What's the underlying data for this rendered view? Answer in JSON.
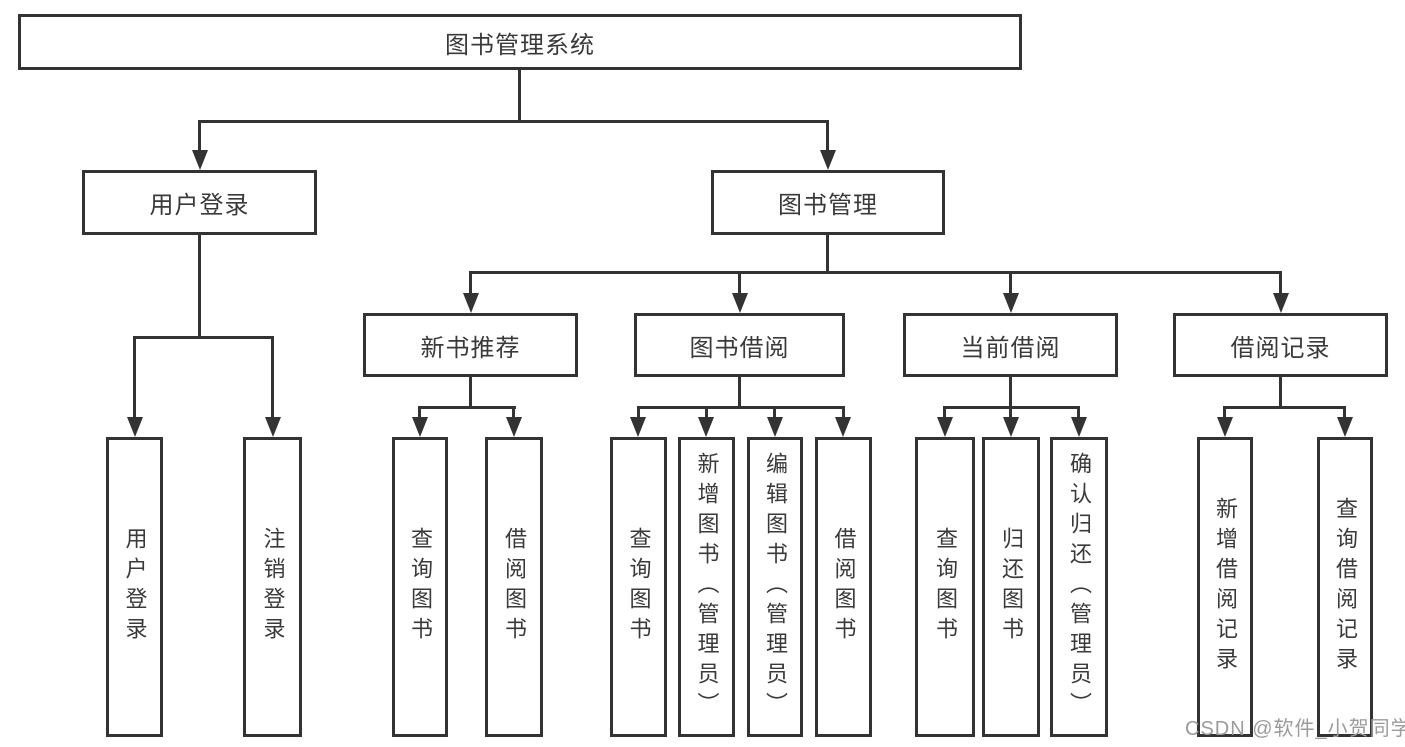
{
  "diagram": {
    "title": "图书管理系统",
    "level2": {
      "user_login": "用户登录",
      "book_mgmt": "图书管理"
    },
    "level3": {
      "new_book_rec": "新书推荐",
      "book_borrow": "图书借阅",
      "current_borrow": "当前借阅",
      "borrow_record": "借阅记录"
    },
    "leaves": {
      "user_login": "用户登录",
      "logout": "注销登录",
      "rec_query_book": "查询图书",
      "rec_borrow_book": "借阅图书",
      "bb_query_book": "查询图书",
      "bb_add_book": "新增图书（管理员）",
      "bb_edit_book": "编辑图书（管理员）",
      "bb_borrow_book": "借阅图书",
      "cb_query_book": "查询图书",
      "cb_return_book": "归还图书",
      "cb_confirm_return": "确认归还（管理员）",
      "br_add_record": "新增借阅记录",
      "br_query_record": "查询借阅记录"
    },
    "watermark": "CSDN @软件_小贺同学",
    "colors": {
      "line": "#333333",
      "text": "#3a3a3a",
      "watermark": "#9b9b9b",
      "background": "#ffffff"
    }
  }
}
